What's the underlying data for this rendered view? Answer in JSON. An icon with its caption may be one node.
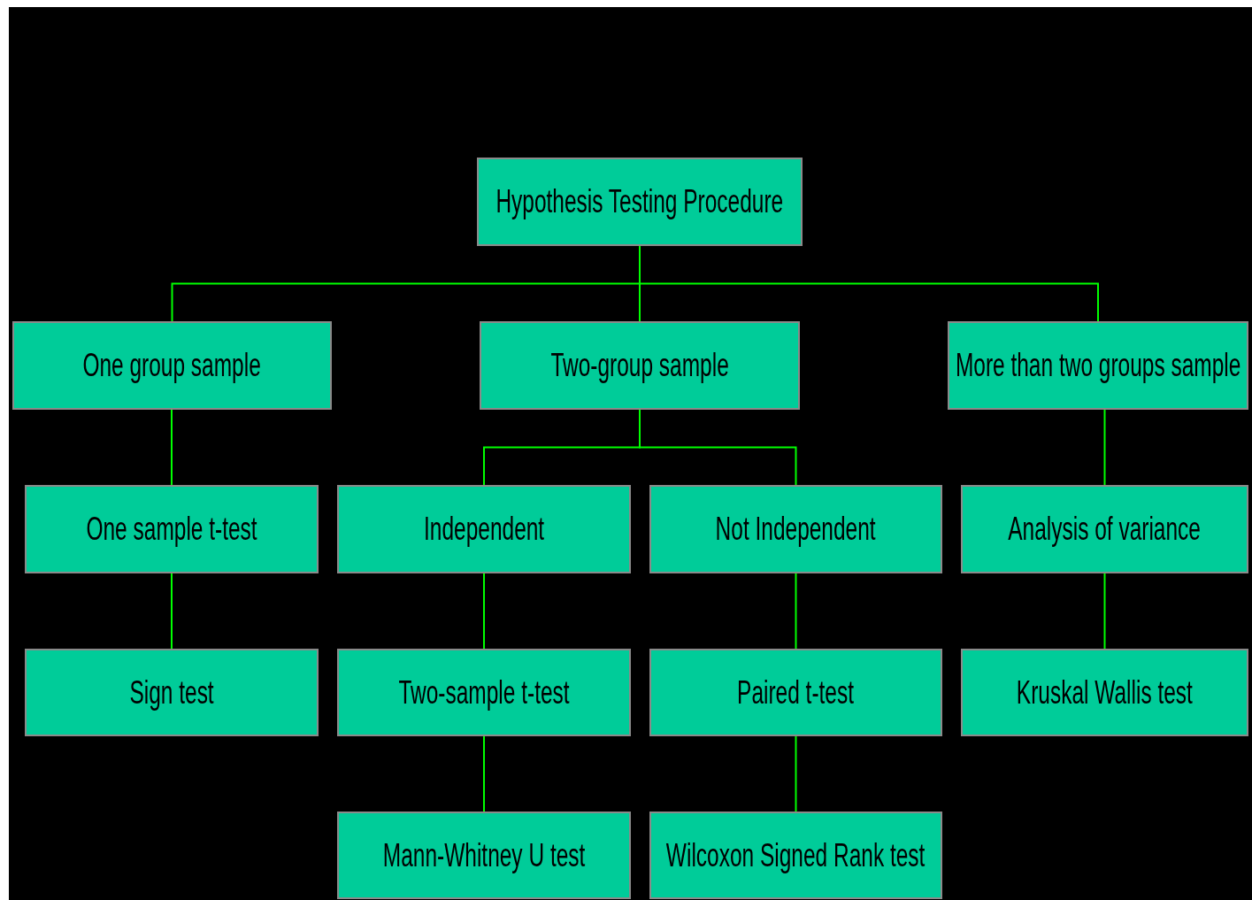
{
  "diagram": {
    "nodes": [
      {
        "text": [
          "Hypothesis Testing Procedure"
        ]
      },
      {
        "text": [
          "One group sample"
        ]
      },
      {
        "text": [
          "Two-group sample"
        ]
      },
      {
        "text": [
          "More than two groups sample"
        ]
      },
      {
        "text": [
          "One sample t-test"
        ]
      },
      {
        "text": [
          "Independent"
        ]
      },
      {
        "text": [
          "Not Independent"
        ]
      },
      {
        "text": [
          "Analysis of variance"
        ]
      },
      {
        "text": [
          "Sign test"
        ]
      },
      {
        "text": [
          "Two-sample t-test"
        ]
      },
      {
        "text": [
          "Paired t-test"
        ]
      },
      {
        "text": [
          "Kruskal Wallis test"
        ]
      },
      {
        "text": [
          "Mann-Whitney U test"
        ]
      },
      {
        "text": [
          "Wilcoxon Signed Rank test"
        ]
      }
    ],
    "edges": [
      {
        "from": 0,
        "to": 1,
        "arrow": "none"
      },
      {
        "from": 0,
        "to": 2,
        "arrow": "none"
      },
      {
        "from": 0,
        "to": 3,
        "arrow": "none"
      },
      {
        "from": 1,
        "to": 4,
        "arrow": "none"
      },
      {
        "from": 4,
        "to": 8,
        "arrow": "none"
      },
      {
        "from": 2,
        "to": 5,
        "arrow": "none"
      },
      {
        "from": 2,
        "to": 6,
        "arrow": "none"
      },
      {
        "from": 5,
        "to": 9,
        "arrow": "none"
      },
      {
        "from": 9,
        "to": 12,
        "arrow": "none"
      },
      {
        "from": 6,
        "to": 10,
        "arrow": "none"
      },
      {
        "from": 10,
        "to": 13,
        "arrow": "none"
      },
      {
        "from": 3,
        "to": 7,
        "arrow": "none"
      },
      {
        "from": 7,
        "to": 11,
        "arrow": "none"
      }
    ]
  }
}
